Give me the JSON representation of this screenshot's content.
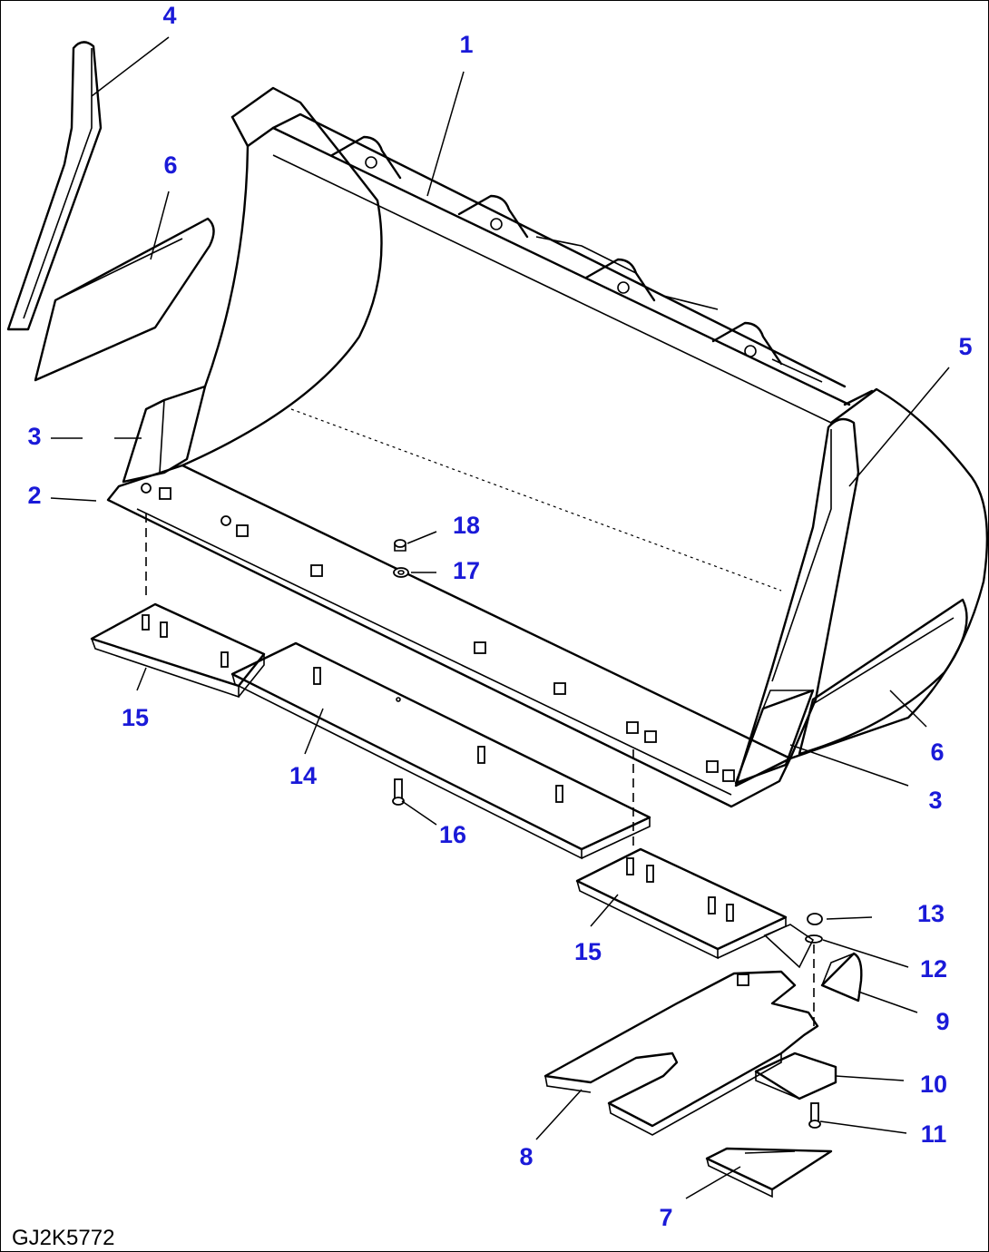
{
  "drawing_number": "GJ2K5772",
  "colors": {
    "callout": "#1a1ad8",
    "line": "#000000",
    "background": "#ffffff"
  },
  "callouts": [
    {
      "id": "c1",
      "label": "1"
    },
    {
      "id": "c2",
      "label": "2"
    },
    {
      "id": "c3a",
      "label": "3"
    },
    {
      "id": "c3b",
      "label": "3"
    },
    {
      "id": "c4",
      "label": "4"
    },
    {
      "id": "c5",
      "label": "5"
    },
    {
      "id": "c6a",
      "label": "6"
    },
    {
      "id": "c6b",
      "label": "6"
    },
    {
      "id": "c7",
      "label": "7"
    },
    {
      "id": "c8",
      "label": "8"
    },
    {
      "id": "c9",
      "label": "9"
    },
    {
      "id": "c10",
      "label": "10"
    },
    {
      "id": "c11",
      "label": "11"
    },
    {
      "id": "c12",
      "label": "12"
    },
    {
      "id": "c13",
      "label": "13"
    },
    {
      "id": "c14",
      "label": "14"
    },
    {
      "id": "c15a",
      "label": "15"
    },
    {
      "id": "c15b",
      "label": "15"
    },
    {
      "id": "c16",
      "label": "16"
    },
    {
      "id": "c17",
      "label": "17"
    },
    {
      "id": "c18",
      "label": "18"
    }
  ]
}
